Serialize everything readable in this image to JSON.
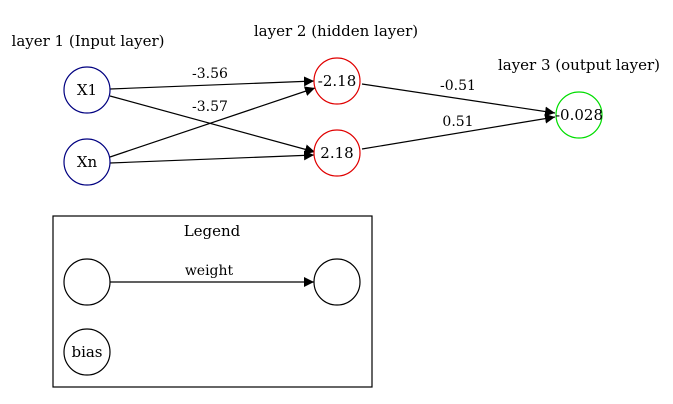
{
  "layers": [
    {
      "label": "layer 1 (Input layer)"
    },
    {
      "label": "layer 2 (hidden layer)"
    },
    {
      "label": "layer 3 (output layer)"
    }
  ],
  "nodes": [
    {
      "id": "x1",
      "label": "X1",
      "color": "#000080"
    },
    {
      "id": "xn",
      "label": "Xn",
      "color": "#000080"
    },
    {
      "id": "h1",
      "label": "-2.18",
      "color": "#e00000"
    },
    {
      "id": "h2",
      "label": "2.18",
      "color": "#e00000"
    },
    {
      "id": "out",
      "label": "-0.028",
      "color": "#00dd00"
    }
  ],
  "edges": [
    {
      "from": "x1",
      "to": "h1",
      "label": "-3.56"
    },
    {
      "from": "x1",
      "to": "h2",
      "label": "-3.57"
    },
    {
      "from": "xn",
      "to": "h1",
      "label": ""
    },
    {
      "from": "xn",
      "to": "h2",
      "label": ""
    },
    {
      "from": "h1",
      "to": "out",
      "label": "-0.51"
    },
    {
      "from": "h2",
      "to": "out",
      "label": "0.51"
    }
  ],
  "legend": {
    "title": "Legend",
    "weight_label": "weight",
    "bias_label": "bias"
  }
}
